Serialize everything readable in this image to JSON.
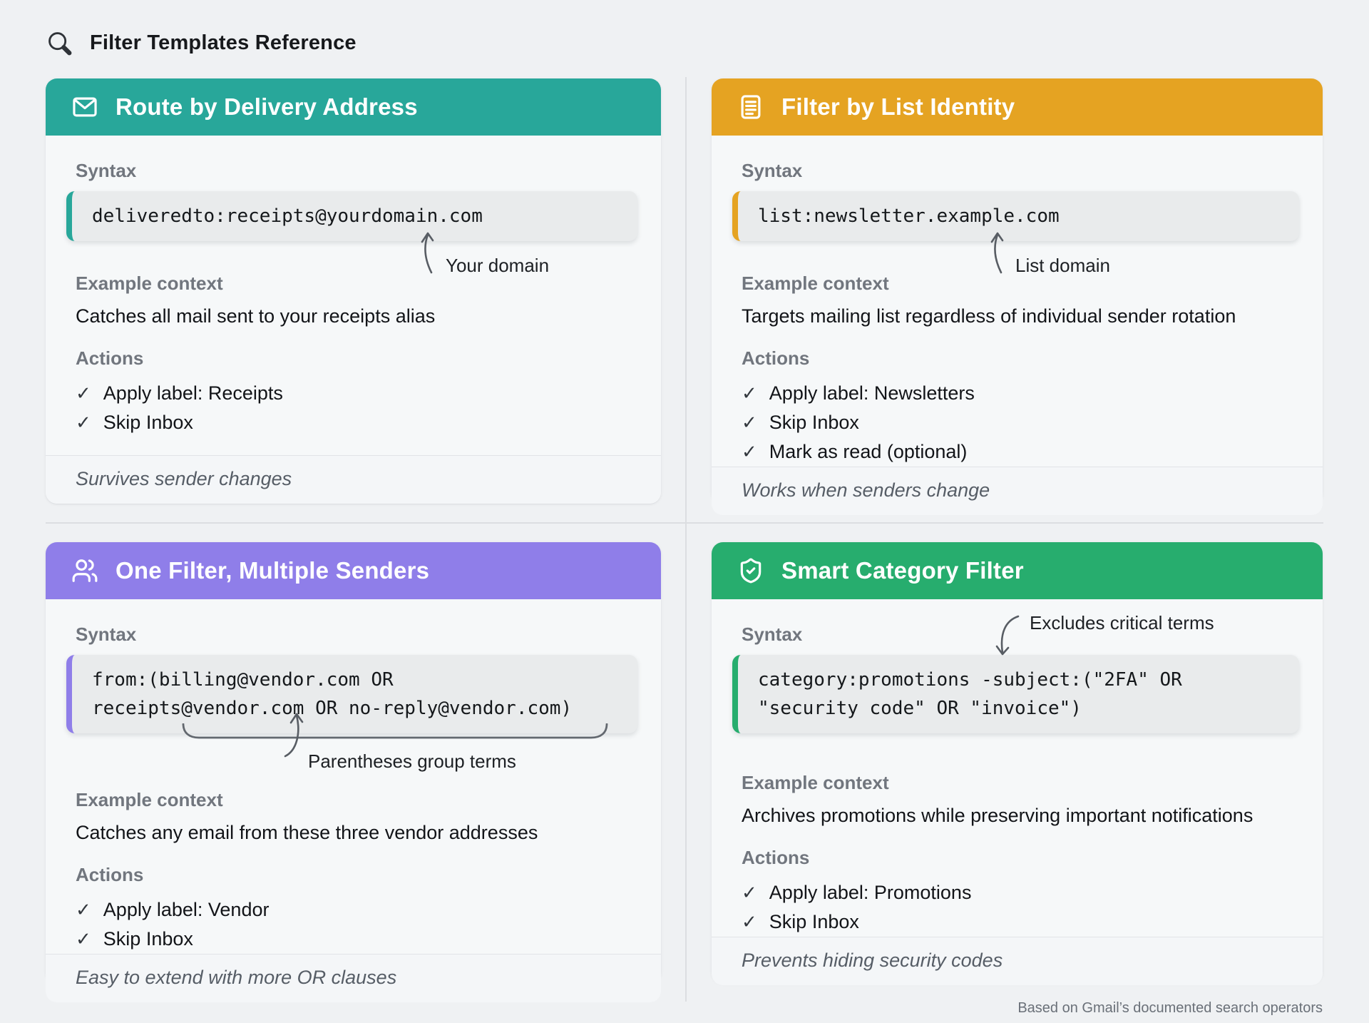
{
  "page": {
    "title": "Filter Templates Reference",
    "attribution": "Based on Gmail’s documented search operators"
  },
  "labels": {
    "syntax": "Syntax",
    "example_context": "Example context",
    "actions": "Actions",
    "check": "✓"
  },
  "cards": [
    {
      "title": "Route by Delivery Address",
      "icon": "envelope-icon",
      "accent": "#28a79a",
      "code_lines": [
        "deliveredto:receipts@yourdomain.com"
      ],
      "annotation": "Your domain",
      "context": "Catches all mail sent to your receipts alias",
      "actions": [
        "Apply label: Receipts",
        "Skip Inbox"
      ],
      "footer": "Survives sender changes"
    },
    {
      "title": "Filter by List Identity",
      "icon": "list-icon",
      "accent": "#e5a322",
      "code_lines": [
        "list:newsletter.example.com"
      ],
      "annotation": "List domain",
      "context": "Targets mailing list regardless of individual sender rotation",
      "actions": [
        "Apply label: Newsletters",
        "Skip Inbox",
        "Mark as read (optional)"
      ],
      "footer": "Works when senders change"
    },
    {
      "title": "One Filter, Multiple Senders",
      "icon": "users-icon",
      "accent": "#8f7ee9",
      "code_lines": [
        "from:(billing@vendor.com OR",
        "receipts@vendor.com OR no-reply@vendor.com)"
      ],
      "annotation": "Parentheses group terms",
      "context": "Catches any email from these three vendor addresses",
      "actions": [
        "Apply label: Vendor",
        "Skip Inbox"
      ],
      "footer": "Easy to extend with more OR clauses"
    },
    {
      "title": "Smart Category Filter",
      "icon": "shield-check-icon",
      "accent": "#27ad6e",
      "code_lines": [
        "category:promotions -subject:(\"2FA\" OR",
        "\"security code\" OR \"invoice\")"
      ],
      "annotation": "Excludes critical terms",
      "context": "Archives promotions while preserving important notifications",
      "actions": [
        "Apply label: Promotions",
        "Skip Inbox"
      ],
      "footer": "Prevents hiding security codes"
    }
  ]
}
